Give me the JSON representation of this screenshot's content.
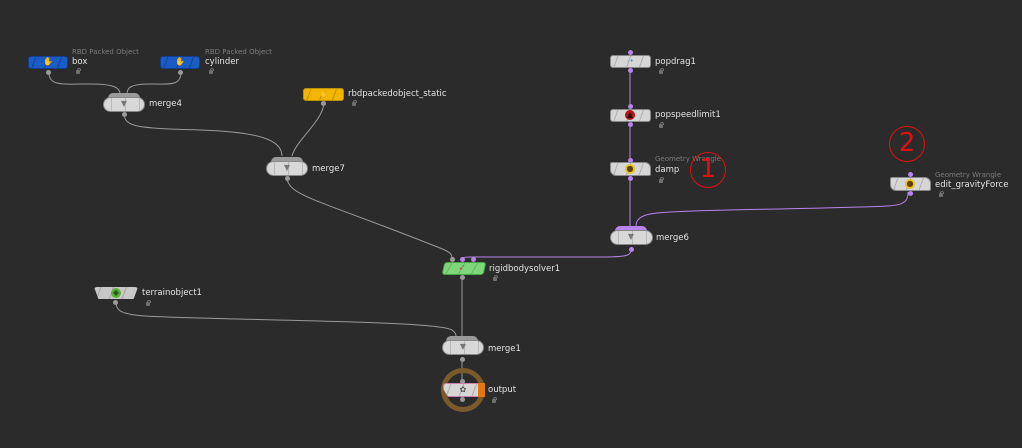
{
  "network": {
    "background_color": "#2b2b2b",
    "wire_color_default": "#9a9a9a",
    "wire_color_selected": "#b883ee",
    "nodes": {
      "box": {
        "label": "box",
        "type_label": "RBD Packed Object",
        "color": "#1a5bc4",
        "icon": "rbd-packed-object-icon"
      },
      "cylinder": {
        "label": "cylinder",
        "type_label": "RBD Packed Object",
        "color": "#1a5bc4",
        "icon": "rbd-packed-object-icon"
      },
      "merge4": {
        "label": "merge4",
        "icon": "merge-icon"
      },
      "rbdpackedobject_static": {
        "label": "rbdpackedobject_static",
        "color": "#f2b500",
        "icon": "rbd-packed-object-icon"
      },
      "merge7": {
        "label": "merge7",
        "icon": "merge-icon"
      },
      "popdrag1": {
        "label": "popdrag1",
        "icon": "pop-drag-icon"
      },
      "popspeedlimit1": {
        "label": "popspeedlimit1",
        "icon": "pop-speed-limit-icon"
      },
      "damp": {
        "label": "damp",
        "type_label": "Geometry Wrangle",
        "icon": "geometry-wrangle-icon"
      },
      "edit_gravityForce": {
        "label": "edit_gravityForce",
        "type_label": "Geometry Wrangle",
        "icon": "geometry-wrangle-icon"
      },
      "merge6": {
        "label": "merge6",
        "icon": "merge-icon"
      },
      "rigidbodysolver1": {
        "label": "rigidbodysolver1",
        "color": "#7ed67a",
        "icon": "rigid-body-solver-icon"
      },
      "terrainobject1": {
        "label": "terrainobject1",
        "icon": "terrain-object-icon"
      },
      "merge1": {
        "label": "merge1",
        "icon": "merge-icon"
      },
      "output": {
        "label": "output",
        "icon": "output-icon",
        "display_flag_color": "#e07a10"
      }
    },
    "annotations": [
      {
        "text": "1",
        "color": "#e01010"
      },
      {
        "text": "2",
        "color": "#e01010"
      }
    ]
  }
}
